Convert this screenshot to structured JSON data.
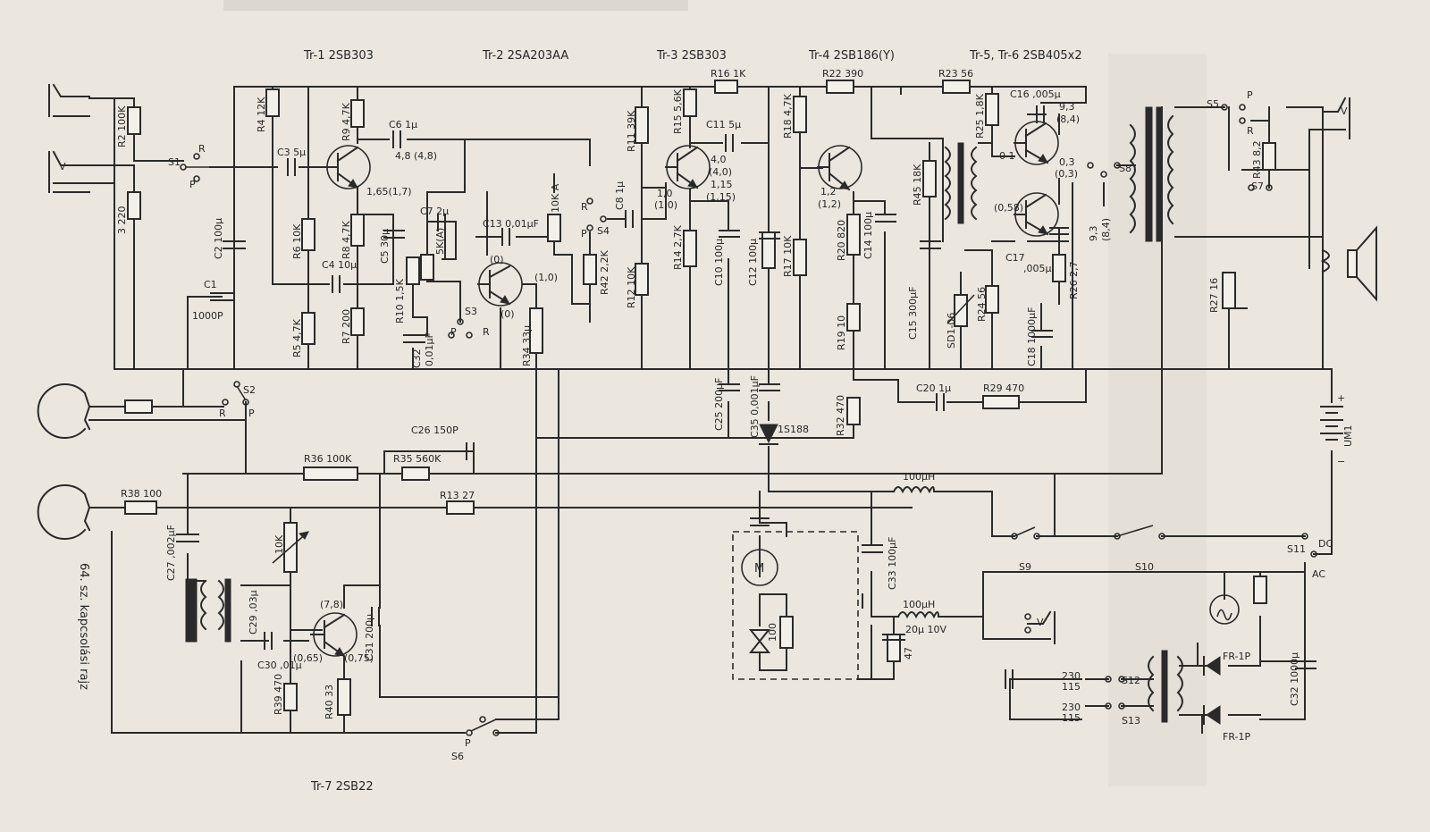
{
  "title": "64. sz. kapcsolási rajz",
  "transistors": {
    "tr1": "Tr-1 2SB303",
    "tr2": "Tr-2 2SA203AA",
    "tr3": "Tr-3 2SB303",
    "tr4": "Tr-4 2SB186(Y)",
    "tr56": "Tr-5, Tr-6 2SB405x2",
    "tr7": "Tr-7 2SB22"
  },
  "resistors": {
    "R2": "R2 100K",
    "R3": "3 220",
    "R4": "R4 12K",
    "R5": "R5 4,7K",
    "R6": "R6 10K",
    "R7": "R7 200",
    "R8": "R8 4,7K",
    "R9": "R9 4,7K",
    "R10": "R10 1,5K",
    "R11": "R11 39K",
    "R12": "R12 10K",
    "R13": "R13 27",
    "R14": "R14 2,7K",
    "R15": "R15 5,6K",
    "R16": "R16 1K",
    "R17": "R17 10K",
    "R18": "R18 4,7K",
    "R19": "R19 10",
    "R20": "R20 820",
    "R22": "R22 390",
    "R23": "R23 56",
    "R24": "R24 56",
    "R25": "R25 1,8K",
    "R26": "R26 2,7",
    "R27": "R27 16",
    "R29": "R29 470",
    "R32": "R32 470",
    "R34": "R34 33µ",
    "R35": "R35 560K",
    "R36": "R36 100K",
    "R38": "R38 100",
    "R39": "R39 470",
    "R40": "R40 33",
    "R42": "R42 2,2K",
    "R43": "R43 8,2",
    "R45": "R45 18K",
    "P5K": "5K(A)",
    "P10KA": "10K A",
    "P10K": "10K",
    "R100": "100",
    "R47": "47"
  },
  "capacitors": {
    "C1": "C1",
    "C1v": "1000P",
    "C2": "C2 100µ",
    "C3": "C3 5µ",
    "C4": "C4 10µ",
    "C5": "C5 30µ",
    "C6": "C6 1µ",
    "C7": "C7 2µ",
    "C8": "C8 1µ",
    "C10": "C10 100µ",
    "C11": "C11 5µ",
    "C12": "C12 100µ",
    "C13": "C13 0,01µF",
    "C14": "C14 100µ",
    "C15": "C15 300µF",
    "C16": "C16 ,005µ",
    "C17": "C17",
    "C17v": ",005µ",
    "C18": "C18 1000µF",
    "C20": "C20 1µ",
    "C25": "C25 200µF",
    "C26": "C26 150P",
    "C27": "C27 ,002µF",
    "C29": "C29 ,03µ",
    "C30": "C30 ,01µ",
    "C31": "C31 200µ",
    "C32a": "C32",
    "C32av": "0,01µF",
    "C32": "C32 1000µ",
    "C33": "C33 100µF",
    "C35": "C35 0,001µF",
    "C20v": "20µ 10V"
  },
  "inductors": {
    "L1": "100µH",
    "L2": "100µH"
  },
  "voltages": {
    "v1": "4,8 (4,8)",
    "v2": "1,65(1,7)",
    "v3": "(0)",
    "v4": "(1,0)",
    "v5": "(0)",
    "v6": "4,0",
    "v7": "(4,0)",
    "v8": "1,0",
    "v9": "(1,0)",
    "v10": "1,15",
    "v11": "(1,15)",
    "v12": "1,2",
    "v13": "(1,2)",
    "v14": "9,3",
    "v15": "(8,4)",
    "v16": "0 1",
    "v17": "0,3",
    "v18": "(0,3)",
    "v19": "(0,58)",
    "v20": "9,3",
    "v21": "(8,4)",
    "v22": "(7,8)",
    "v23": "(0,65)",
    "v24": "(0,75)"
  },
  "switches": {
    "S1": "S1",
    "S2": "S2",
    "S3": "S3",
    "S4": "S4",
    "S5": "S5",
    "S6": "S6",
    "S7": "S7",
    "S8": "S8",
    "S9": "S9",
    "S10": "S10",
    "S11": "S11",
    "S12": "S12",
    "S13": "S13",
    "R": "R",
    "P": "P",
    "DC": "DC",
    "AC": "AC"
  },
  "misc": {
    "diode": "1S188",
    "thermistor": "SD1-06",
    "battery": "UM1",
    "motor": "M",
    "fr1": "FR-1P",
    "fr2": "FR-1P",
    "m230a": "230",
    "m115a": "115",
    "m230b": "230",
    "m115b": "115",
    "V": "V",
    "plus": "+",
    "minus": "−"
  }
}
